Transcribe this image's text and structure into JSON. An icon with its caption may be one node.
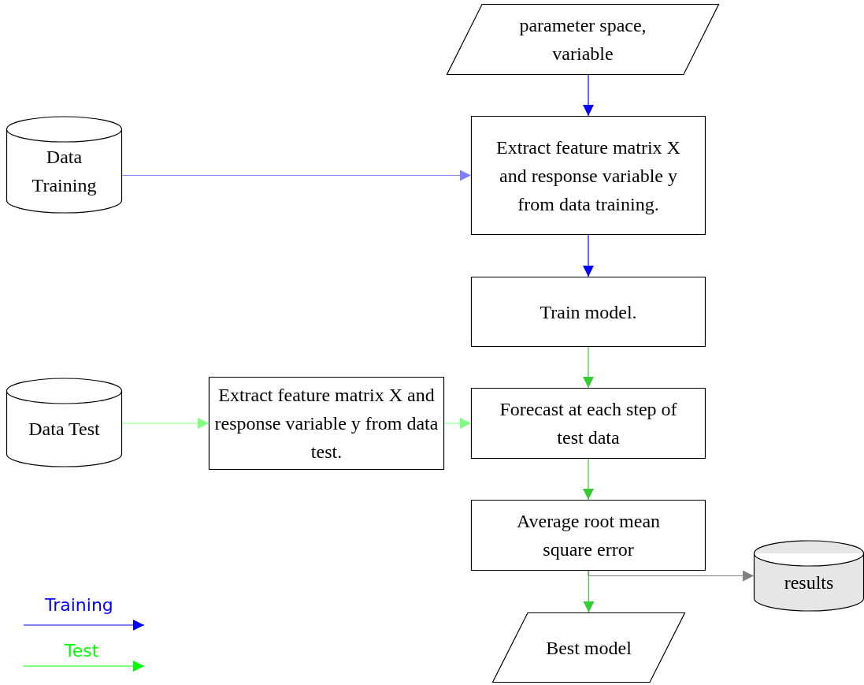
{
  "diagram": {
    "nodes": [
      {
        "text": [
          "parameter space, variable"
        ]
      },
      {
        "text": [
          "Data Training"
        ]
      },
      {
        "text": [
          "Extract feature matrix X and response variable y from data training."
        ]
      },
      {
        "text": [
          "Train model."
        ]
      },
      {
        "text": [
          "Data Test"
        ]
      },
      {
        "text": [
          "Extract feature matrix X and response variable y from data test."
        ]
      },
      {
        "text": [
          "Forecast at each step of test data"
        ]
      },
      {
        "text": [
          "Average root mean square error"
        ]
      },
      {
        "text": [
          "results"
        ]
      },
      {
        "text": [
          "Best model"
        ]
      }
    ],
    "edges": [
      {
        "from": 0,
        "to": 2,
        "arrow": "to",
        "color": "#0000ff"
      },
      {
        "from": 1,
        "to": 2,
        "arrow": "to",
        "color": "#8080ff"
      },
      {
        "from": 2,
        "to": 3,
        "arrow": "to",
        "color": "#0000ff"
      },
      {
        "from": 3,
        "to": 6,
        "arrow": "to",
        "color": "#33cc33"
      },
      {
        "from": 4,
        "to": 5,
        "arrow": "to",
        "color": "#80ff80"
      },
      {
        "from": 5,
        "to": 6,
        "arrow": "to",
        "color": "#80ff80"
      },
      {
        "from": 6,
        "to": 7,
        "arrow": "to",
        "color": "#33cc33"
      },
      {
        "from": 7,
        "to": 9,
        "arrow": "to",
        "color": "#33cc33"
      },
      {
        "from": 7,
        "to": 8,
        "arrow": "to",
        "color": "#808080"
      }
    ],
    "legend": [
      {
        "text": "Training"
      },
      {
        "text": "Test"
      }
    ]
  }
}
